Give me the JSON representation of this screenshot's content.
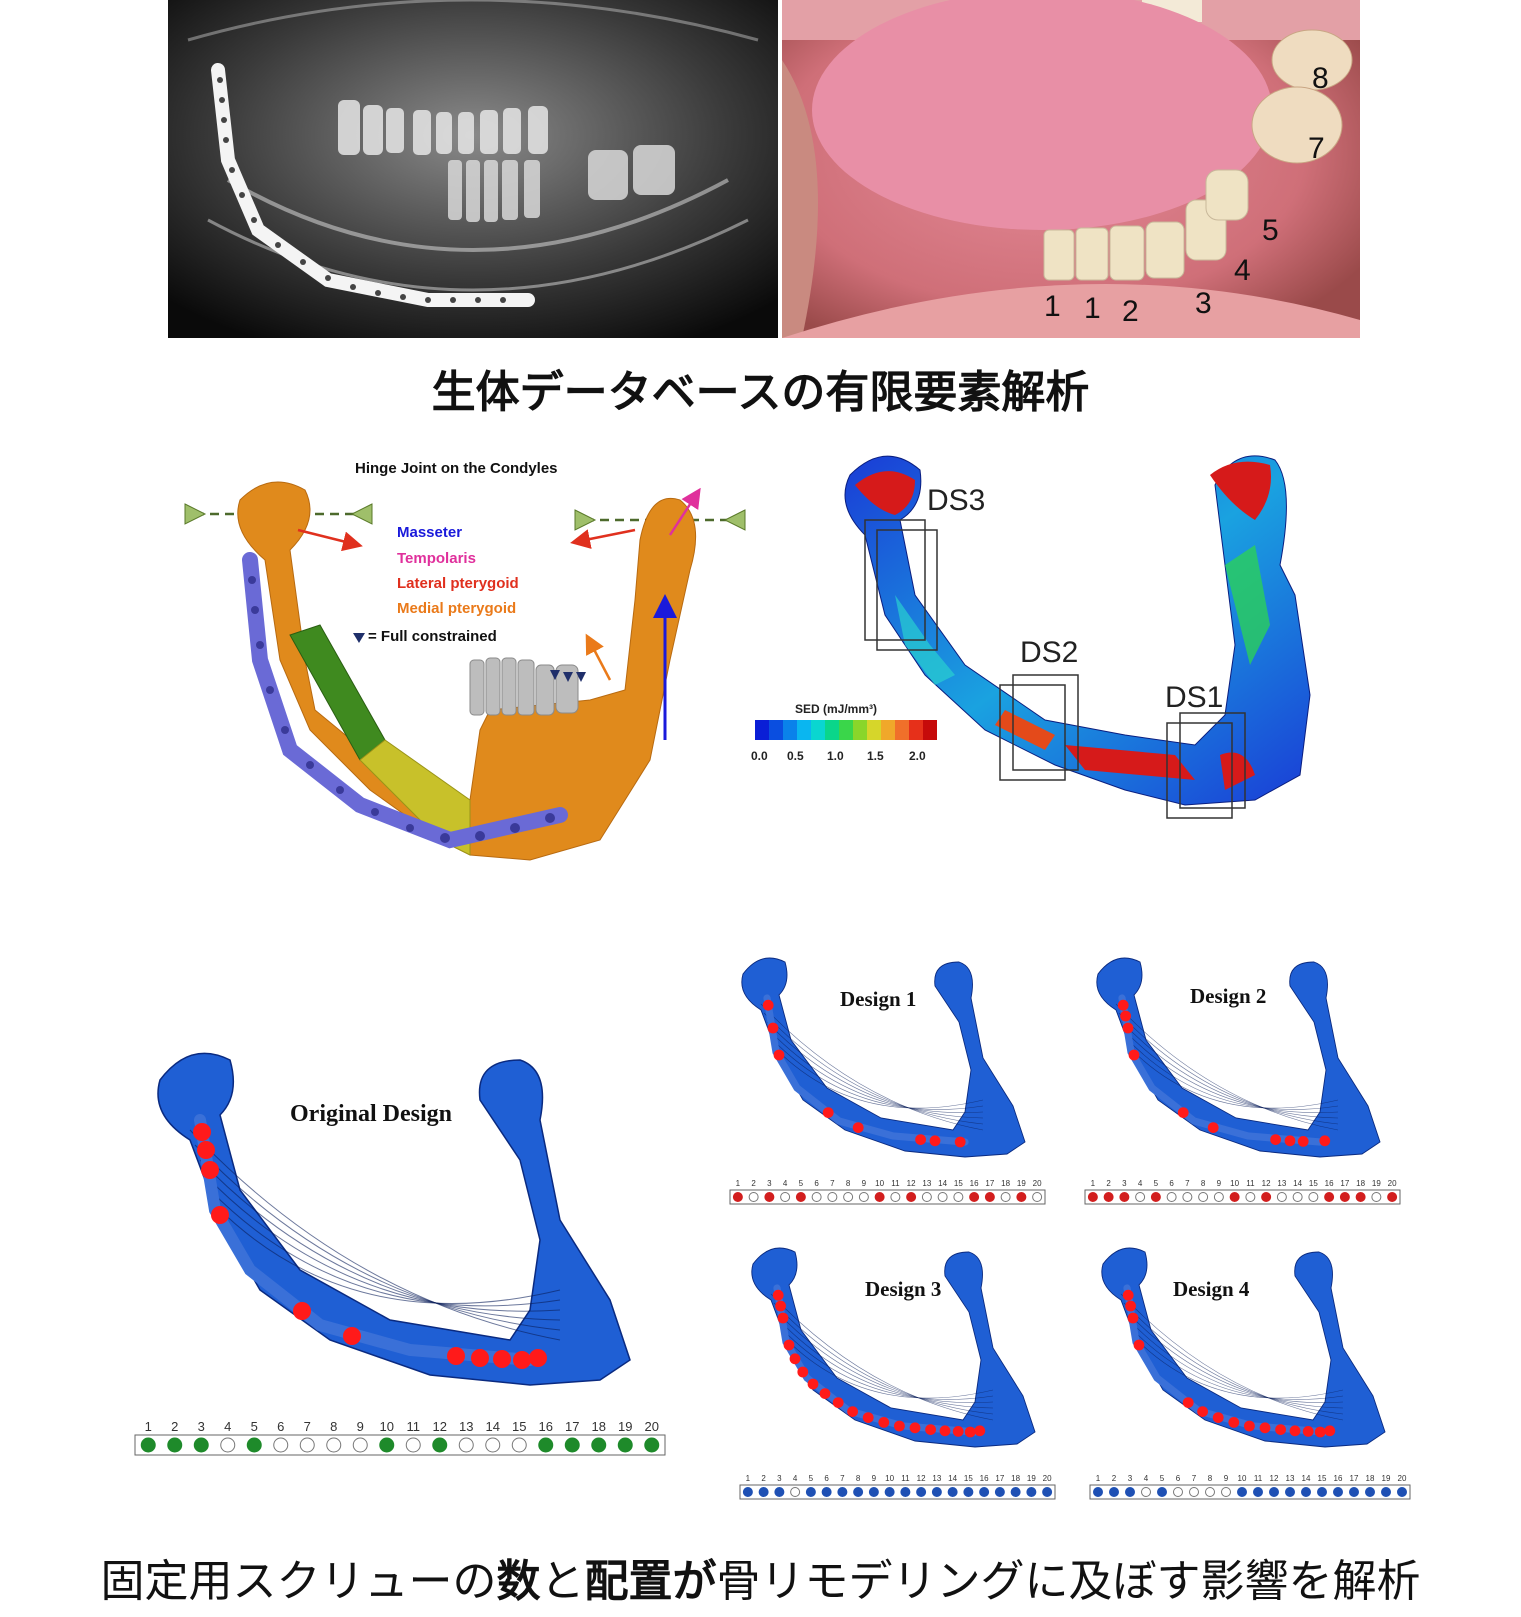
{
  "top_title": "生体データベースの有限要素解析",
  "caption": {
    "part1": "固定用スクリューの",
    "bold1": "数",
    "part2": "と",
    "bold2": "配置",
    "bold3": "が",
    "part3": "骨リモデリングに及ぼす影響を解析"
  },
  "photo": {
    "tooth_numbers": [
      "8",
      "7",
      "5",
      "4",
      "3",
      "2",
      "1",
      "1"
    ]
  },
  "fe_model": {
    "hinge_label": "Hinge Joint on the Condyles",
    "legend": [
      {
        "label": "Masseter",
        "color": "#1a1adb"
      },
      {
        "label": "Tempolaris",
        "color": "#e0309c"
      },
      {
        "label": "Lateral  pterygoid",
        "color": "#e0301e"
      },
      {
        "label": "Medial  pterygoid",
        "color": "#ea7a1a"
      }
    ],
    "constraint_label": "= Full constrained"
  },
  "sed_map": {
    "labels": [
      "DS3",
      "DS2",
      "DS1"
    ],
    "scale_title": "SED (mJ/mm³)",
    "scale_ticks": [
      "0.0",
      "0.5",
      "1.0",
      "1.5",
      "2.0"
    ]
  },
  "designs": [
    {
      "title": "Original Design",
      "screws": [
        1,
        2,
        3,
        5,
        10,
        12,
        16,
        17,
        18,
        19,
        20
      ],
      "color": "#1e8a2a"
    },
    {
      "title": "Design 1",
      "screws": [
        1,
        3,
        5,
        10,
        12,
        16,
        17,
        19
      ],
      "color": "#d21e1e"
    },
    {
      "title": "Design 2",
      "screws": [
        1,
        2,
        3,
        5,
        10,
        12,
        16,
        17,
        18,
        20
      ],
      "color": "#d21e1e"
    },
    {
      "title": "Design 3",
      "screws": [
        1,
        2,
        3,
        5,
        6,
        7,
        8,
        9,
        10,
        11,
        12,
        13,
        14,
        15,
        16,
        17,
        18,
        19,
        20
      ],
      "color": "#1e50b4"
    },
    {
      "title": "Design 4",
      "screws": [
        1,
        2,
        3,
        5,
        10,
        11,
        12,
        13,
        14,
        15,
        16,
        17,
        18,
        19,
        20
      ],
      "color": "#1e50b4"
    }
  ],
  "screw_count": 20,
  "colors": {
    "bone_blue": "#1f5fd4",
    "bone_orange": "#e08a1c",
    "screw_red": "#ff1a1a"
  }
}
